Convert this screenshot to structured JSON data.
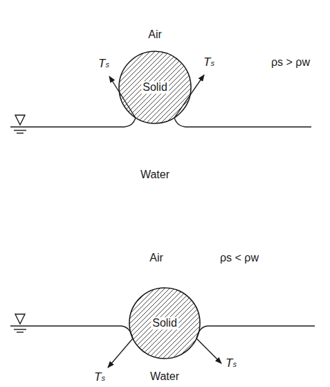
{
  "diagram": {
    "nodes": [
      {
        "text": [
          "Solid"
        ]
      },
      {
        "text": [
          "Solid"
        ]
      }
    ],
    "labels": [
      "Air",
      "Ts",
      "Ts",
      "ρs > ρw",
      "Water",
      "Air",
      "ρs < ρw",
      "Ts",
      "Ts",
      "Water"
    ]
  }
}
